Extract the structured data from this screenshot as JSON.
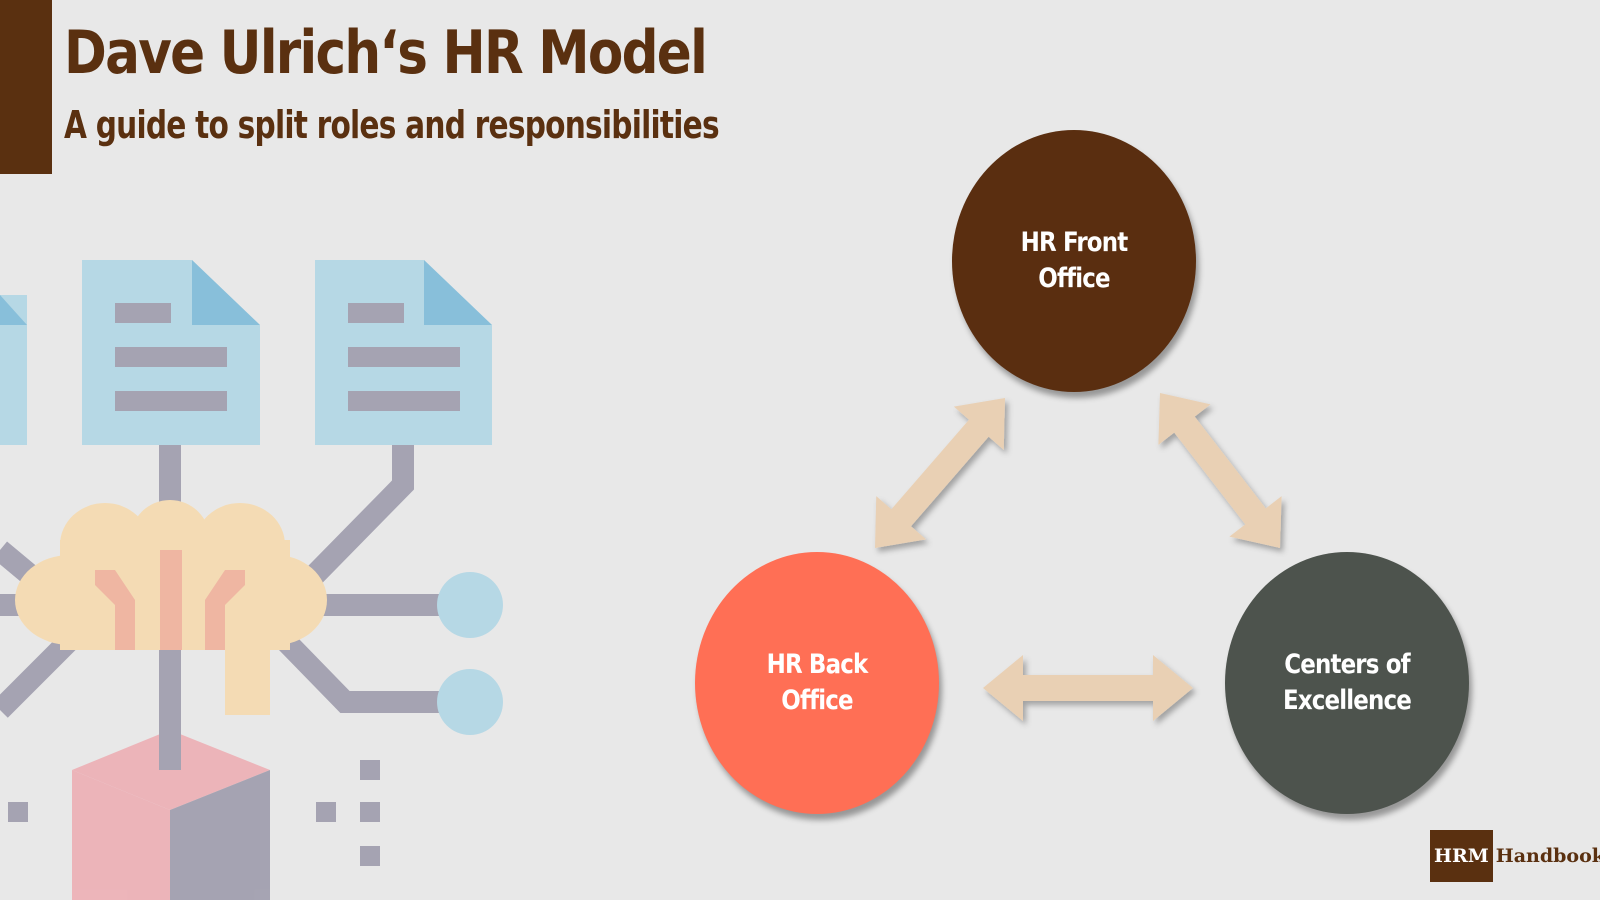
{
  "header": {
    "title": "Dave Ulrich‘s HR Model",
    "subtitle": "A guide to split roles and responsibilities"
  },
  "diagram": {
    "nodes": [
      {
        "id": "front",
        "label": "HR Front\nOffice",
        "color": "#5a2e10"
      },
      {
        "id": "back",
        "label": "HR Back\nOffice",
        "color": "#ff6f55"
      },
      {
        "id": "coe",
        "label": "Centers of\nExcellence",
        "color": "#4d534d"
      }
    ],
    "arrow_color": "#e9d0b4",
    "connections": [
      "front-back",
      "front-coe",
      "back-coe"
    ]
  },
  "logo": {
    "mark": "HRM",
    "text": "Handbook"
  },
  "colors": {
    "brand_brown": "#5a3010",
    "background": "#e8e8e8"
  },
  "illustration": {
    "icon": "ai-brain-documents-icon"
  }
}
